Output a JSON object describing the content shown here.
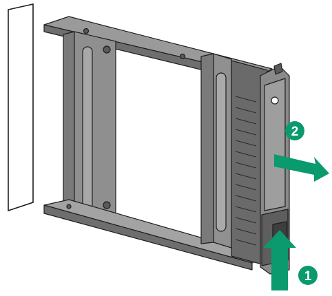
{
  "steps": [
    {
      "number": "1",
      "action": "push-up",
      "color": "#0b9a6d"
    },
    {
      "number": "2",
      "action": "pull-out",
      "color": "#0b9a6d"
    }
  ],
  "colors": {
    "accent": "#0b9a6d",
    "frame": "#8a8a8a",
    "frame_dark": "#4a4a4a",
    "outline": "#1e1e1e",
    "bay_panel": "#ffffff"
  },
  "icons": [
    "drive-carrier-frame",
    "drive-bay-panel",
    "release-latch-icon",
    "arrow-up-icon",
    "arrow-right-icon"
  ]
}
